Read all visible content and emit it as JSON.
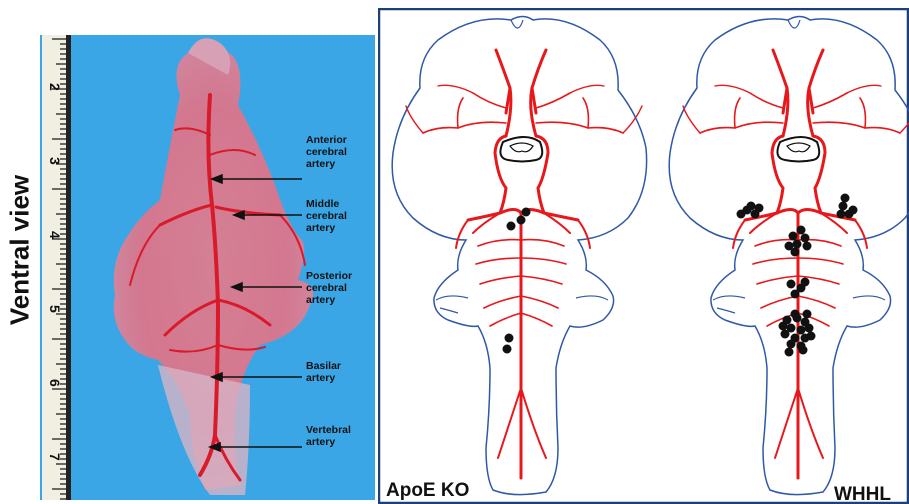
{
  "side_label": "Ventral view",
  "ruler_ticks": [
    "2",
    "3",
    "4",
    "5",
    "6",
    "7"
  ],
  "arteries": [
    {
      "line1": "Anterior",
      "line2": "cerebral",
      "line3": "artery"
    },
    {
      "line1": "Middle",
      "line2": "cerebral",
      "line3": "artery"
    },
    {
      "line1": "Posterior",
      "line2": "cerebral",
      "line3": "artery"
    },
    {
      "line1": "Basilar",
      "line2": "artery",
      "line3": ""
    },
    {
      "line1": "Vertebral",
      "line2": "artery",
      "line3": ""
    }
  ],
  "panels": [
    {
      "label": "ApoE KO",
      "lesion_count": 5
    },
    {
      "label": "WHHL",
      "lesion_count": 38
    }
  ],
  "colors": {
    "background_photo": "#3aa6e6",
    "artery": "#e8171a",
    "outline": "#2f58a8",
    "frame": "#1d3f7a",
    "lesion": "#111111"
  }
}
